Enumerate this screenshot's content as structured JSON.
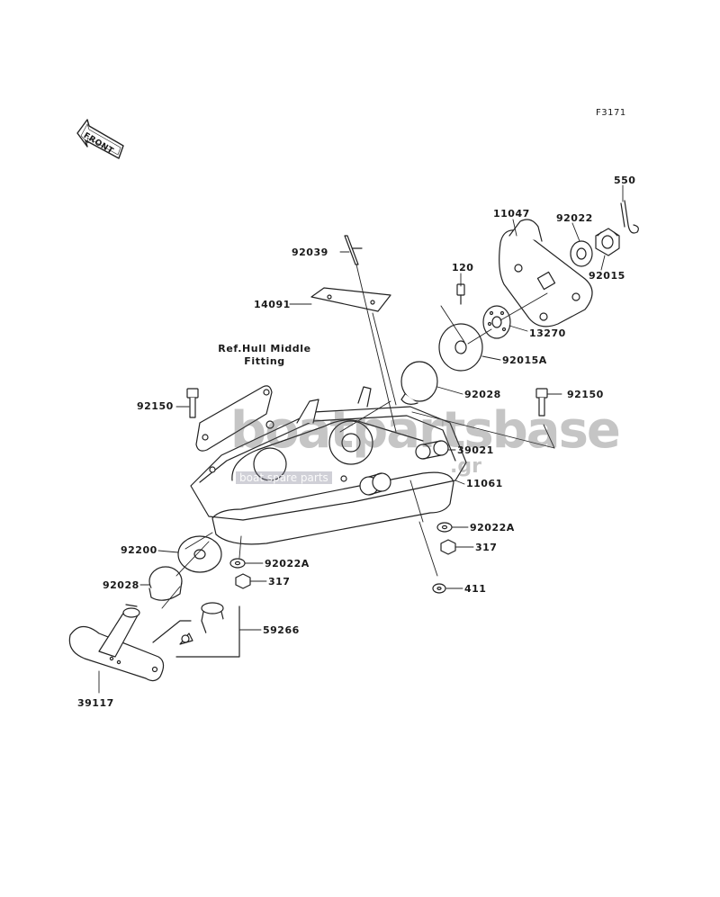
{
  "diagram": {
    "code": "F3171",
    "front_arrow_text": "FRONT",
    "ref_note": {
      "line1": "Ref.Hull Middle",
      "line2": "Fitting"
    },
    "watermark": {
      "brand": "boatpartsbase",
      "tagline": "boat spare parts",
      "suffix": ".gr"
    },
    "parts": [
      {
        "key": "p550",
        "number": "550"
      },
      {
        "key": "p11047",
        "number": "11047"
      },
      {
        "key": "p92022",
        "number": "92022"
      },
      {
        "key": "p92015",
        "number": "92015"
      },
      {
        "key": "p92039",
        "number": "92039"
      },
      {
        "key": "p120",
        "number": "120"
      },
      {
        "key": "p14091",
        "number": "14091"
      },
      {
        "key": "p13270",
        "number": "13270"
      },
      {
        "key": "p92015A",
        "number": "92015A"
      },
      {
        "key": "p92028_top",
        "number": "92028"
      },
      {
        "key": "p92150_right",
        "number": "92150"
      },
      {
        "key": "p92150_left",
        "number": "92150"
      },
      {
        "key": "p39021",
        "number": "39021"
      },
      {
        "key": "p11061",
        "number": "11061"
      },
      {
        "key": "p92022A_right",
        "number": "92022A"
      },
      {
        "key": "p317_right",
        "number": "317"
      },
      {
        "key": "p411",
        "number": "411"
      },
      {
        "key": "p92200",
        "number": "92200"
      },
      {
        "key": "p92022A_left",
        "number": "92022A"
      },
      {
        "key": "p92028_left",
        "number": "92028"
      },
      {
        "key": "p317_left",
        "number": "317"
      },
      {
        "key": "p59266",
        "number": "59266"
      },
      {
        "key": "p39117",
        "number": "39117"
      }
    ]
  }
}
